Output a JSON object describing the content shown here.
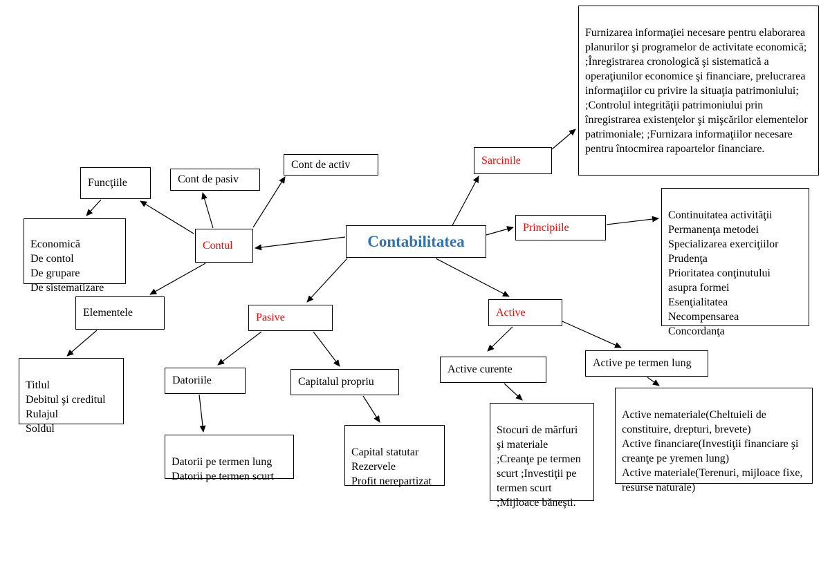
{
  "diagram": {
    "title": "Contabilitatea",
    "colors": {
      "branch_label_red": "#ff0000",
      "title_blue": "#2e74b5",
      "border_black": "#000000",
      "background_white": "#ffffff"
    },
    "nodes": {
      "contabilitatea": {
        "label": "Contabilitatea"
      },
      "contul": {
        "label": "Contul"
      },
      "functiile": {
        "label": "Funcţiile"
      },
      "cont_de_pasiv": {
        "label": "Cont de pasiv"
      },
      "cont_de_activ": {
        "label": "Cont de activ"
      },
      "sarcinile": {
        "label": "Sarcinile"
      },
      "principiile": {
        "label": "Principiile"
      },
      "elementele": {
        "label": "Elementele"
      },
      "pasive": {
        "label": "Pasive"
      },
      "active": {
        "label": "Active"
      },
      "datoriile": {
        "label": "Datoriile"
      },
      "capitalul_propriu": {
        "label": "Capitalul propriu"
      },
      "active_curente": {
        "label": "Active curente"
      },
      "active_pe_termen_lung": {
        "label": "Active pe termen lung"
      }
    },
    "textboxes": {
      "sarcini_text": {
        "text": "Furnizarea informaţiei necesare pentru elaborarea planurilor şi programelor de activitate economică; ;Înregistrarea cronologică şi sistematică a operaţiunilor economice şi financiare, prelucrarea informaţiilor cu privire la situaţia patrimoniului; ;Controlul integrităţii patrimoniului prin înregistrarea existenţelor şi mişcărilor elementelor patrimoniale; ;Furnizara informaţiilor necesare pentru întocmirea rapoartelor financiare."
      },
      "principii_list": {
        "text": "Continuitatea activităţii\nPermanenţa metodei\nSpecializarea exerciţiilor\nPrudenţa\nPrioritatea conţinutului\nasupra formei\nEsenţialitatea\nNecompensarea\nConcordanţa"
      },
      "functii_list": {
        "text": "Economică\nDe contol\nDe grupare\nDe sistematizare"
      },
      "elemente_list": {
        "text": "Titlul\nDebitul şi creditul\nRulajul\nSoldul"
      },
      "datorii_list": {
        "text": "Datorii pe termen lung\nDatorii pe termen scurt"
      },
      "capital_list": {
        "text": "Capital statutar\nRezervele\nProfit nerepartizat"
      },
      "active_curente_text": {
        "text": "Stocuri de mărfuri şi materiale ;Creanţe pe termen scurt ;Investiţii pe termen scurt ;Mijloace băneşti."
      },
      "active_lung_text": {
        "text": "Active nemateriale(Cheltuieli de constituire, drepturi, brevete)\nActive financiare(Investiţii financiare şi creanţe pe yremen lung)\nActive materiale(Terenuri, mijloace fixe, resurse naturale)"
      }
    }
  }
}
